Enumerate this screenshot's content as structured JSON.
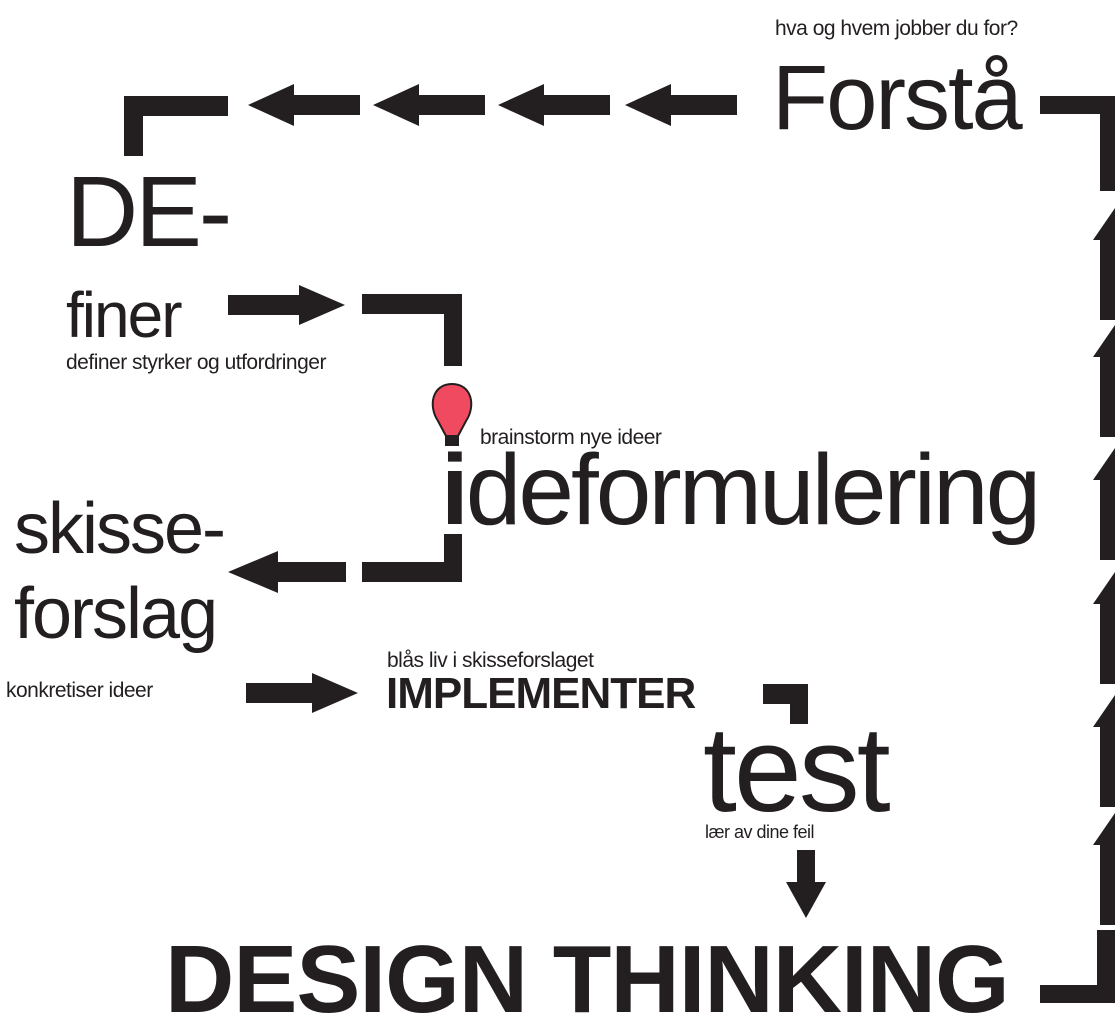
{
  "steps": {
    "forsta": {
      "label_a": "For",
      "label_b": "stå",
      "caption": "hva og hvem jobber du for?"
    },
    "define": {
      "label_top": "DE-",
      "label_bottom": "finer",
      "caption": "definer styrker og utfordringer"
    },
    "ideate": {
      "label_i": "i",
      "label_rest": "deformulering",
      "caption": "brainstorm nye ideer"
    },
    "sketch": {
      "label_top": "skisse-",
      "label_bottom": "forslag",
      "caption": "konkretiser ideer"
    },
    "implement": {
      "label": "IMPLEMENTER",
      "caption": "blås liv i skisseforslaget"
    },
    "test": {
      "label": "test",
      "caption": "lær av dine feil"
    }
  },
  "title": "DESIGN THINKING",
  "colors": {
    "ink": "#231f20",
    "bulb": "#ef4a5f",
    "background": "#ffffff"
  },
  "icons": {
    "idea": "lightbulb-icon"
  }
}
